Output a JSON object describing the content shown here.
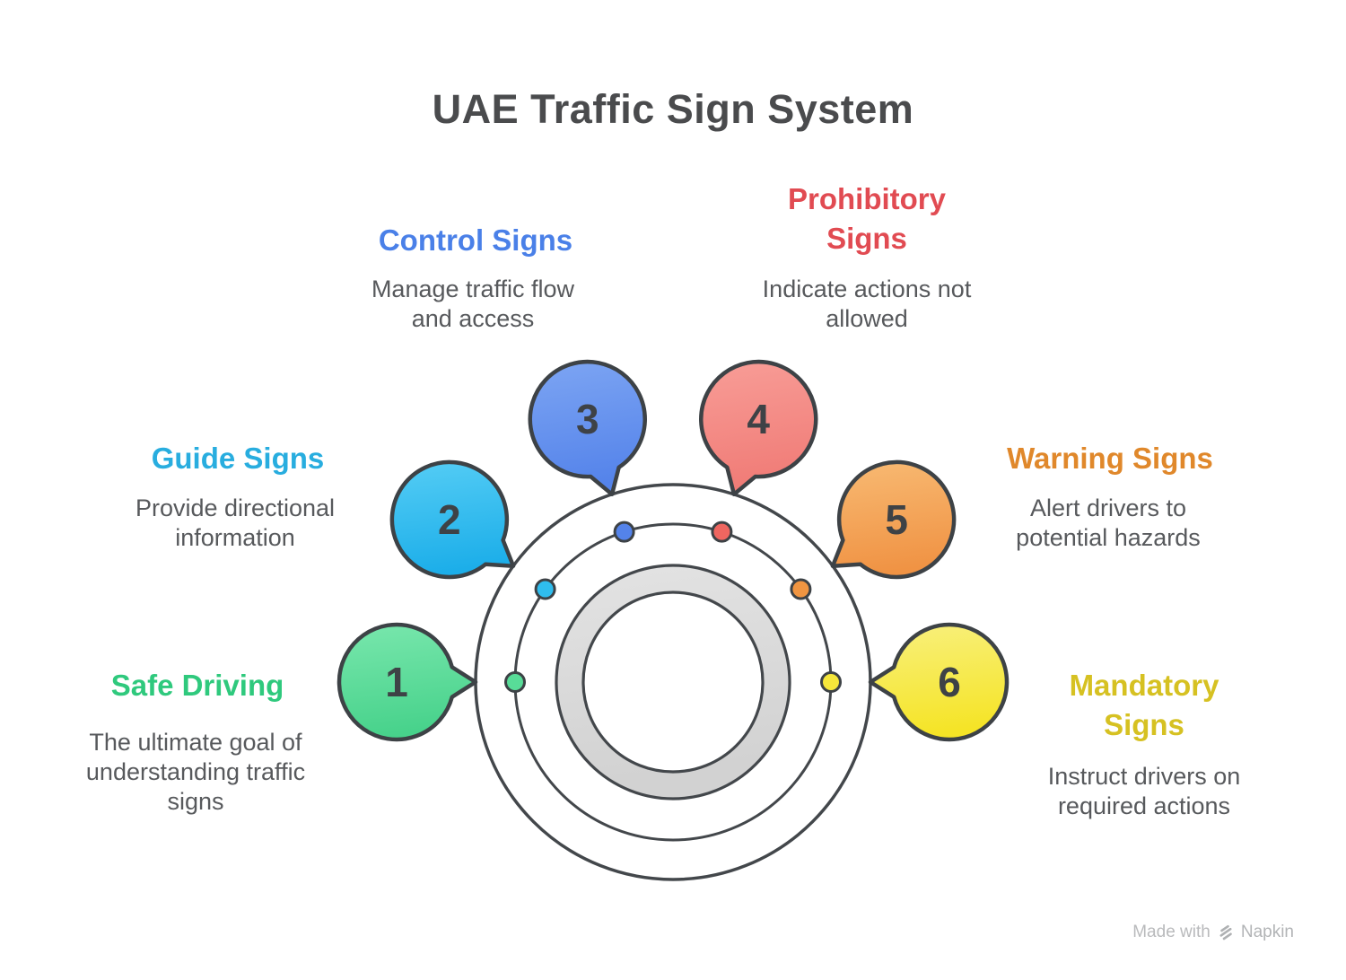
{
  "title": "UAE Traffic Sign System",
  "footer": {
    "made_with": "Made with",
    "brand": "Napkin"
  },
  "diagram": {
    "outline_color": "#3d4246",
    "ring_stroke_color": "#43474b",
    "donut_fill_top": "#e2e2e2",
    "donut_fill_bottom": "#d2d2d2",
    "number_color": "#3e4246"
  },
  "items": [
    {
      "number": "1",
      "title": "Safe Driving",
      "description": "The ultimate goal of understanding traffic signs",
      "angle": 180,
      "title_color": "#2fc97d",
      "fill_top": "#79e7ad",
      "fill_bottom": "#47d28b",
      "dot_color": "#58dc98"
    },
    {
      "number": "2",
      "title": "Guide Signs",
      "description": "Provide directional information",
      "angle": 144,
      "title_color": "#28addf",
      "fill_top": "#55cdf5",
      "fill_bottom": "#1caee9",
      "dot_color": "#2fbdee"
    },
    {
      "number": "3",
      "title": "Control Signs",
      "description": "Manage traffic flow and access",
      "angle": 108,
      "title_color": "#4a80e8",
      "fill_top": "#7da5f3",
      "fill_bottom": "#5483ea",
      "dot_color": "#5483ea"
    },
    {
      "number": "4",
      "title": "Prohibitory Signs",
      "description": "Indicate actions not allowed",
      "angle": 72,
      "title_color": "#e14b52",
      "fill_top": "#f89d97",
      "fill_bottom": "#f07b76",
      "dot_color": "#ef6660"
    },
    {
      "number": "5",
      "title": "Warning Signs",
      "description": "Alert drivers to potential hazards",
      "angle": 36,
      "title_color": "#e0882b",
      "fill_top": "#f8ba73",
      "fill_bottom": "#f09344",
      "dot_color": "#f09541"
    },
    {
      "number": "6",
      "title": "Mandatory Signs",
      "description": "Instruct drivers on required actions",
      "angle": 0,
      "title_color": "#d6c122",
      "fill_top": "#f8f07e",
      "fill_bottom": "#f5e426",
      "dot_color": "#f6e73b"
    }
  ]
}
